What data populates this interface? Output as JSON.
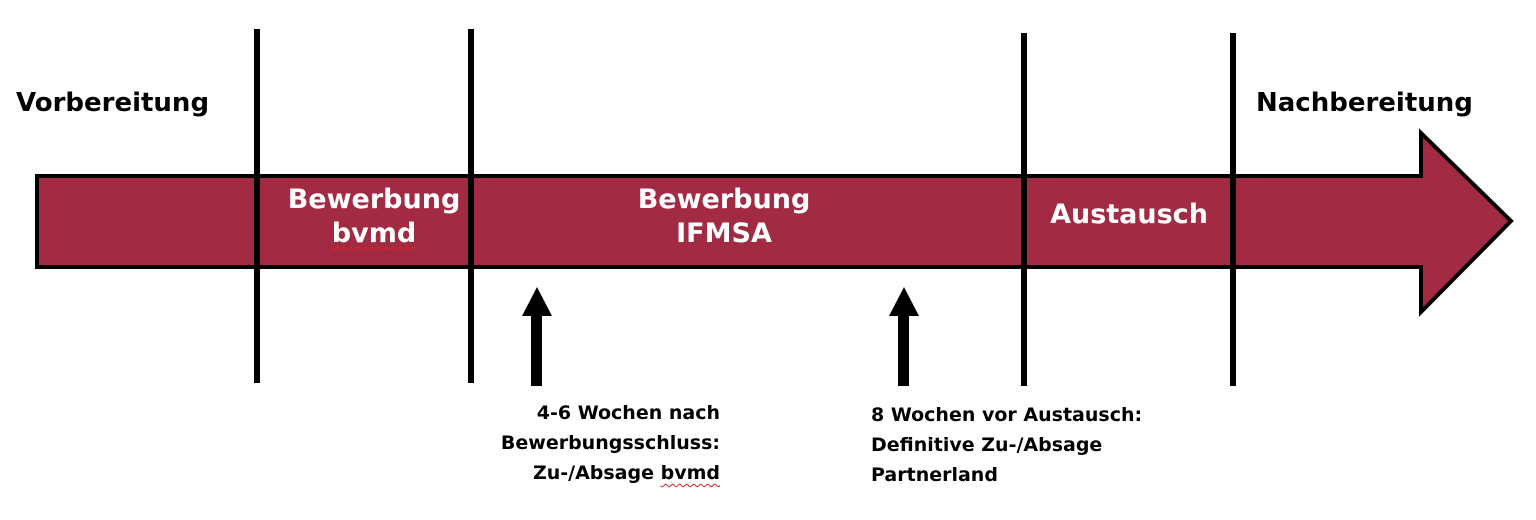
{
  "labels": {
    "left": "Vorbereitung",
    "right": "Nachbereitung"
  },
  "segments": {
    "bvmd": {
      "line1": "Bewerbung",
      "line2": "bvmd"
    },
    "ifmsa": {
      "line1": "Bewerbung",
      "line2": "IFMSA"
    },
    "austausch": {
      "line1": "Austausch"
    }
  },
  "notes": {
    "first": {
      "line1": "4-6 Wochen nach",
      "line2": "Bewerbungsschluss:",
      "line3_prefix": "Zu-/Absage ",
      "line3_word": "bvmd"
    },
    "second": {
      "line1": "8 Wochen vor Austausch:",
      "line2": "Definitive Zu-/Absage",
      "line3": "Partnerland"
    }
  },
  "colors": {
    "arrow_fill": "#a32a43",
    "outline": "#000000",
    "text_on_arrow": "#ffffff"
  }
}
